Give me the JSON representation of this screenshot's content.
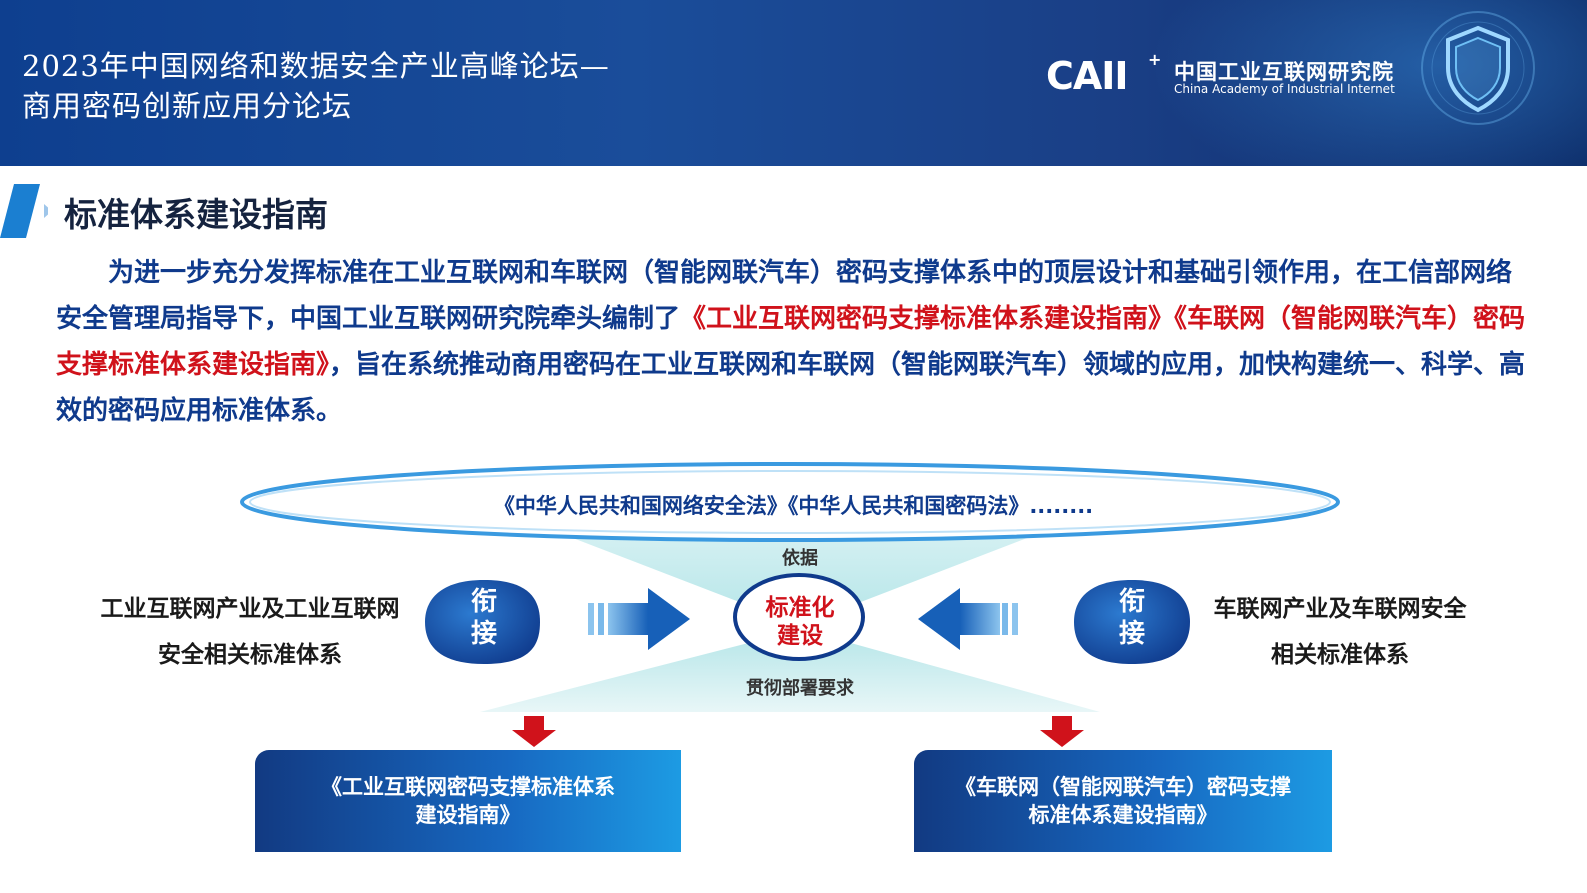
{
  "header": {
    "title_line1": "2023年中国网络和数据安全产业高峰论坛—",
    "title_line2": "商用密码创新应用分论坛",
    "logo_mark": "CAII",
    "logo_plus": "+",
    "logo_name_cn": "中国工业互联网研究院",
    "logo_name_en": "China Academy of Industrial Internet"
  },
  "section": {
    "title": "标准体系建设指南"
  },
  "intro": {
    "part1": "为进一步充分发挥标准在工业互联网和车联网（智能网联汽车）密码支撑体系中的顶层设计和基础引领作用，在工信部网络安全管理局指导下，中国工业互联网研究院牵头编制了",
    "highlight1": "《工业互联网密码支撑标准体系建设指南》",
    "highlight2": "《车联网（智能网联汽车）密码支撑标准体系建设指南》",
    "part2": "，旨在系统推动商用密码在工业互联网和车联网（智能网联汽车）领域的应用，加快构建统一、科学、高效的密码应用标准体系。"
  },
  "diagram": {
    "laws": "《中华人民共和国网络安全法》《中华人民共和国密码法》........",
    "basis_label": "依据",
    "center_label_line1": "标准化",
    "center_label_line2": "建设",
    "implement_label": "贯彻部署要求",
    "connect_char1": "衔",
    "connect_char2": "接",
    "left_system_line1": "工业互联网产业及工业互联网",
    "left_system_line2": "安全相关标准体系",
    "right_system_line1": "车联网产业及车联网安全",
    "right_system_line2": "相关标准体系",
    "left_guide_line1": "《工业互联网密码支撑标准体系",
    "left_guide_line2": "建设指南》",
    "right_guide_line1": "《车联网（智能网联汽车）密码支撑",
    "right_guide_line2": "标准体系建设指南》"
  },
  "colors": {
    "header_blue": "#1a4d9a",
    "text_blue": "#0f3a8c",
    "highlight_red": "#d0121b",
    "arrow_red": "#d0121b",
    "arrow_blue": "#1769c2"
  }
}
